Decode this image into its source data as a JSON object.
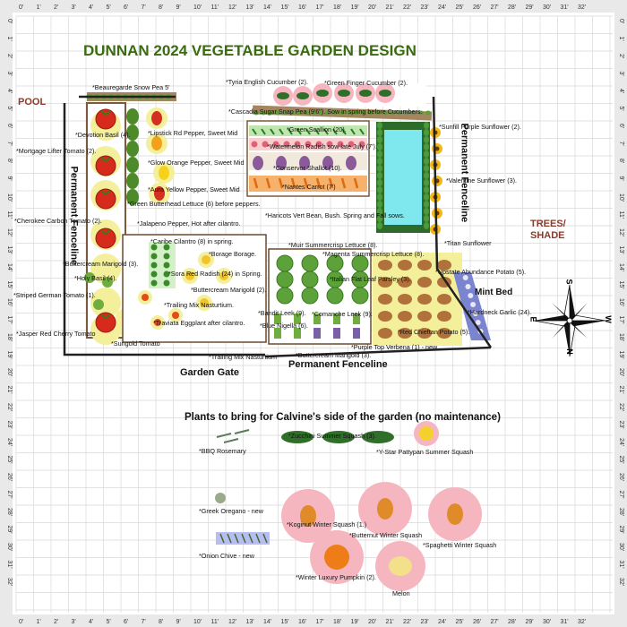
{
  "title": "DUNNAN 2024 VEGETABLE GARDEN DESIGN",
  "ruler_labels": [
    "0'",
    "1'",
    "2'",
    "3'",
    "4'",
    "5'",
    "6'",
    "7'",
    "8'",
    "9'",
    "10'",
    "11'",
    "12'",
    "13'",
    "14'",
    "15'",
    "16'",
    "17'",
    "18'",
    "19'",
    "20'",
    "21'",
    "22'",
    "23'",
    "24'",
    "25'",
    "26'",
    "27'",
    "28'",
    "29'",
    "30'",
    "31'",
    "32'"
  ],
  "areas": {
    "pool": "POOL",
    "trees": "TREES/",
    "shade": "SHADE",
    "mint_bed": "Mint Bed",
    "garden_gate": "Garden Gate",
    "fence_bottom": "Permanent Fenceline",
    "fence_left": "Permanent Fenceline",
    "fence_right": "Permanent Fenceline",
    "compass_w": "W",
    "compass_e": "E",
    "compass_n": "N",
    "compass_s": "S"
  },
  "plants": {
    "beauregarde": "*Beauregarde Snow Pea 5'",
    "tyria": "*Tyria English Cucumber (2).",
    "green_finger": "*Green Finger Cucumber (2).",
    "cascadia": "*Cascadia Sugar Snap Pea (9'6\"). Sow in spring before Cucumbers.",
    "sunfill": "*Sunfill Purple Sunflower (2).",
    "devotion": "*Devotion Basil (4).",
    "lipstick": "*Lipstick Rd Pepper, Sweet Mid",
    "green_scallion": "*Green Scallion (20).",
    "mortgage": "*Mortgage Lifter Tomato (2).",
    "watermelon_radish": "*Watermelon Radish sow late July (7').",
    "glow_orange": "*Glow Orange Pepper, Sweet Mid",
    "conservor": "*Conservor Shallot (10).",
    "aura": "*Aura Yellow Pepper, Sweet Mid",
    "nantes": "*Nantes Carrot (7')",
    "valentine": "*Valentine Sunflower (3).",
    "cherokee": "*Cherokee Carbon Tomato (2).",
    "green_butterhead": "*Green Butterhead Lettuce (6) before peppers.",
    "jalapeno": "*Jalapeno Pepper, Hot after cilantro.",
    "haricots": "*Haricots Vert Bean, Bush. Spring and Fall sows.",
    "caribe": "*Caribe Cilantro (8) in spring.",
    "titan": "*Titan Sunflower",
    "muir": "*Muir Summercrisp Lettuce (8).",
    "buttercream1": "*Buttercream Marigold (3).",
    "borage": "*Borage Borage.",
    "magenta": "*Magenta Summercrisp Lettuce (8).",
    "upstate": "*Upstate Abundance Potato (5).",
    "holy_basil": "*Holy Basil (4).",
    "sora": "*Sora Red Radish (24) in Spring.",
    "italian_parsley": "*Italian Flat Leaf Parsley (3).",
    "buttercream2": "*Buttercream Marigold (2).",
    "striped_german": "*Striped German Tomato (1).",
    "trailing_mix1": "*Trailing Mix Nasturtium.",
    "hardneck": "*Hardneck Garlic (24).",
    "bandit_leek": "*Bandit Leek (9).",
    "comanche_leek": "*Comanche Leek (9).",
    "blue_nigella": "*Blue Nigella (6).",
    "red_chieftan": "*Red Chieftan Potato (5).",
    "traviata": "*Traviata Eggplant after cilantro.",
    "jasper": "*Jasper Red Cherry Tomato",
    "purple_top": "*Purple Top Verbena (1) - new",
    "sungold": "*Sungold Tomato",
    "trailing_mix2": "*Trailing Mix Nasturtium",
    "buttercream3": "*Buttercream Marigold (3)."
  },
  "calvine": {
    "heading": "Plants to bring for Calvine's side of the garden (no maintenance)",
    "zucchini": "*Zucchini Summer Squash (3).",
    "bbq_rosemary": "*BBQ Rosemary",
    "ystar": "*Y-Star Pattypan Summer Squash",
    "greek_oregano": "*Greek Oregano - new",
    "koginut": "*Koginut Winter Squash (1.)",
    "butternut": "*Butternut Winter Squash",
    "spaghetti": "*Spaghetti Winter Squash",
    "onion_chive": "*Onion Chive - new",
    "winter_luxury": "*Winter Luxury Pumpkin (2).",
    "melon": "Melon"
  },
  "colors": {
    "title": "#3a6b10",
    "pool_label": "#8b3a2b",
    "trees_label": "#8b3a2b",
    "bed_border": "#6b4a2e",
    "water": "#7fe8ee",
    "mint_bed": "#7b84cf",
    "pink_circle": "#f6b6c0",
    "yellow_circle": "#f4ef9a",
    "pea_wood": "#8a6a4a"
  }
}
